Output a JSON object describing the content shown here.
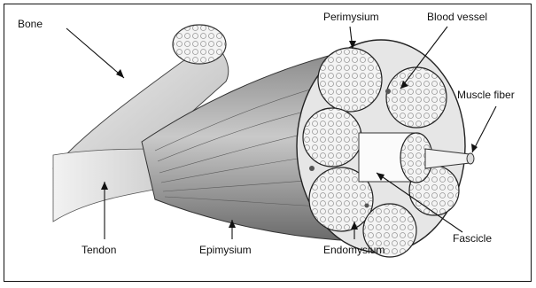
{
  "labels": {
    "bone": "Bone",
    "tendon": "Tendon",
    "epimysium": "Epimysium",
    "perimysium": "Perimysium",
    "blood_vessel": "Blood vessel",
    "muscle_fiber": "Muscle fiber",
    "fascicle": "Fascicle",
    "endomysium": "Endomysium"
  },
  "colors": {
    "ink": "#111111",
    "bone_fill": "#d9d9d9",
    "muscle_dark": "#7a7a7a",
    "muscle_light": "#d8d8d8",
    "section_fill": "#efefef"
  }
}
